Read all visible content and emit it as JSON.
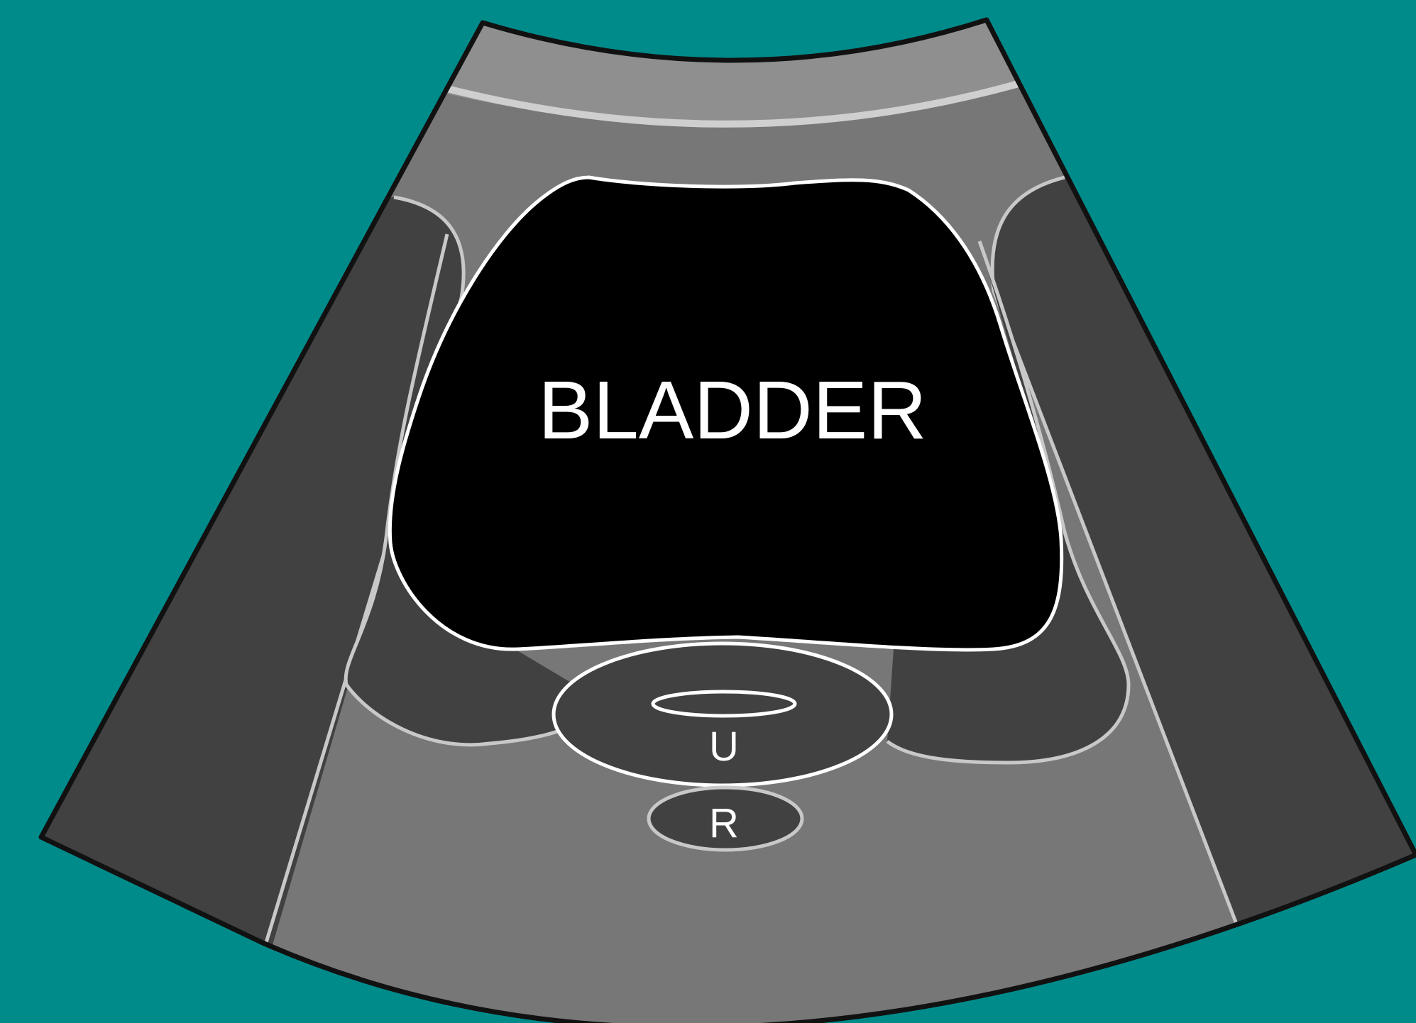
{
  "labels": {
    "bladder": "BLADDER",
    "uterus": "U",
    "rectum": "R"
  },
  "colors": {
    "background": "#008B8B",
    "near_field": "#8F8F8F",
    "soft_tissue": "#777777",
    "muscle": "#414141",
    "bladder_fill": "#000000",
    "outline_white": "#FFFFFF",
    "outline_gray": "#C8C8C8",
    "sector_border": "#111111"
  }
}
